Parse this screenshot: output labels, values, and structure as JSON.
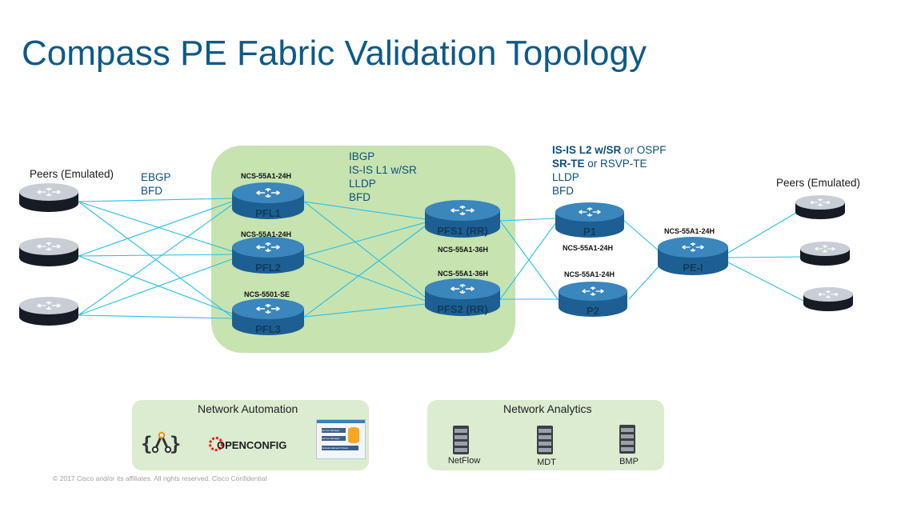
{
  "title": "Compass PE Fabric Validation Topology",
  "labels": {
    "peers_left": "Peers (Emulated)",
    "peers_right": "Peers (Emulated)",
    "ebgp": "EBGP",
    "bfd_left": "BFD",
    "fabric_protocols": [
      "IBGP",
      "IS-IS L1 w/SR",
      "LLDP",
      "BFD"
    ],
    "core_line1_bold": "IS-IS L2 w/SR",
    "core_line1_rest": " or OSPF",
    "core_line2_bold": "SR-TE",
    "core_line2_rest": " or RSVP-TE",
    "core_line3": "LLDP",
    "core_line4": "BFD"
  },
  "routers": {
    "pfl1": {
      "name": "PFL1",
      "model": "NCS-55A1-24H"
    },
    "pfl2": {
      "name": "PFL2",
      "model": "NCS-55A1-24H"
    },
    "pfl3": {
      "name": "PFL3",
      "model": "NCS-5501-SE"
    },
    "pfs1": {
      "name": "PFS1 (RR)",
      "model": "NCS-55A1-36H"
    },
    "pfs2": {
      "name": "PFS2 (RR)",
      "model": "NCS-55A1-36H"
    },
    "p1": {
      "name": "P1",
      "model": "NCS-55A1-24H"
    },
    "p2": {
      "name": "P2",
      "model": "NCS-55A1-24H"
    },
    "pe1": {
      "name": "PE-I",
      "model": "NCS-55A1-24H"
    }
  },
  "automation": {
    "title": "Network Automation",
    "openconfig": "OPENCONFIG",
    "screen_rows": [
      "Service Manager",
      "Service Manager",
      "Network Element Drivers"
    ]
  },
  "analytics": {
    "title": "Network Analytics",
    "items": [
      "NetFlow",
      "MDT",
      "BMP"
    ]
  },
  "footer": {
    "copyright": "© 2017  Cisco and/or its affiliates. All rights reserved.   Cisco Confidential"
  },
  "colors": {
    "title": "#0e5a86",
    "link": "#29c0e8",
    "router_top": "#2f78ad",
    "router_body": "#1d5f92",
    "fabric_bg": "#c6e3b0",
    "panel_bg": "#dbecd1",
    "peer_body": "#1e2530"
  }
}
